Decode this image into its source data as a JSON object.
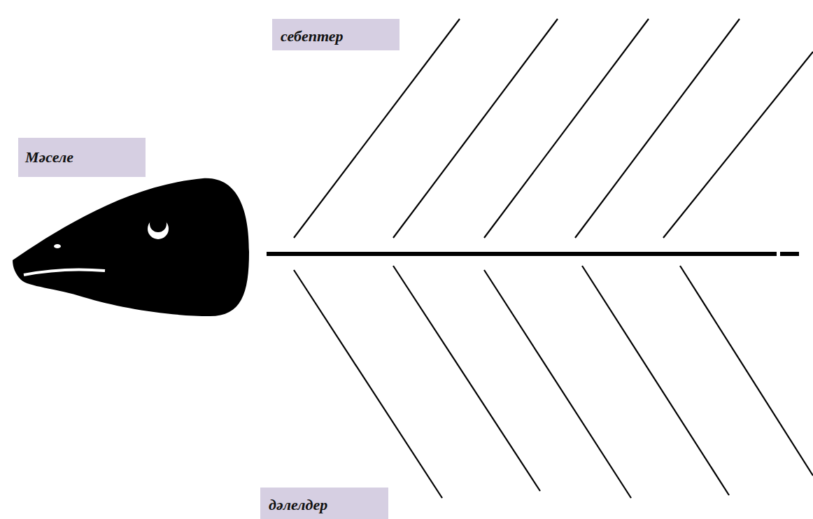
{
  "diagram": {
    "nodes": [
      {
        "text": [
          "себептер"
        ]
      },
      {
        "text": [
          "Мәселе"
        ]
      },
      {
        "text": [
          "дәлелдер"
        ]
      }
    ]
  }
}
